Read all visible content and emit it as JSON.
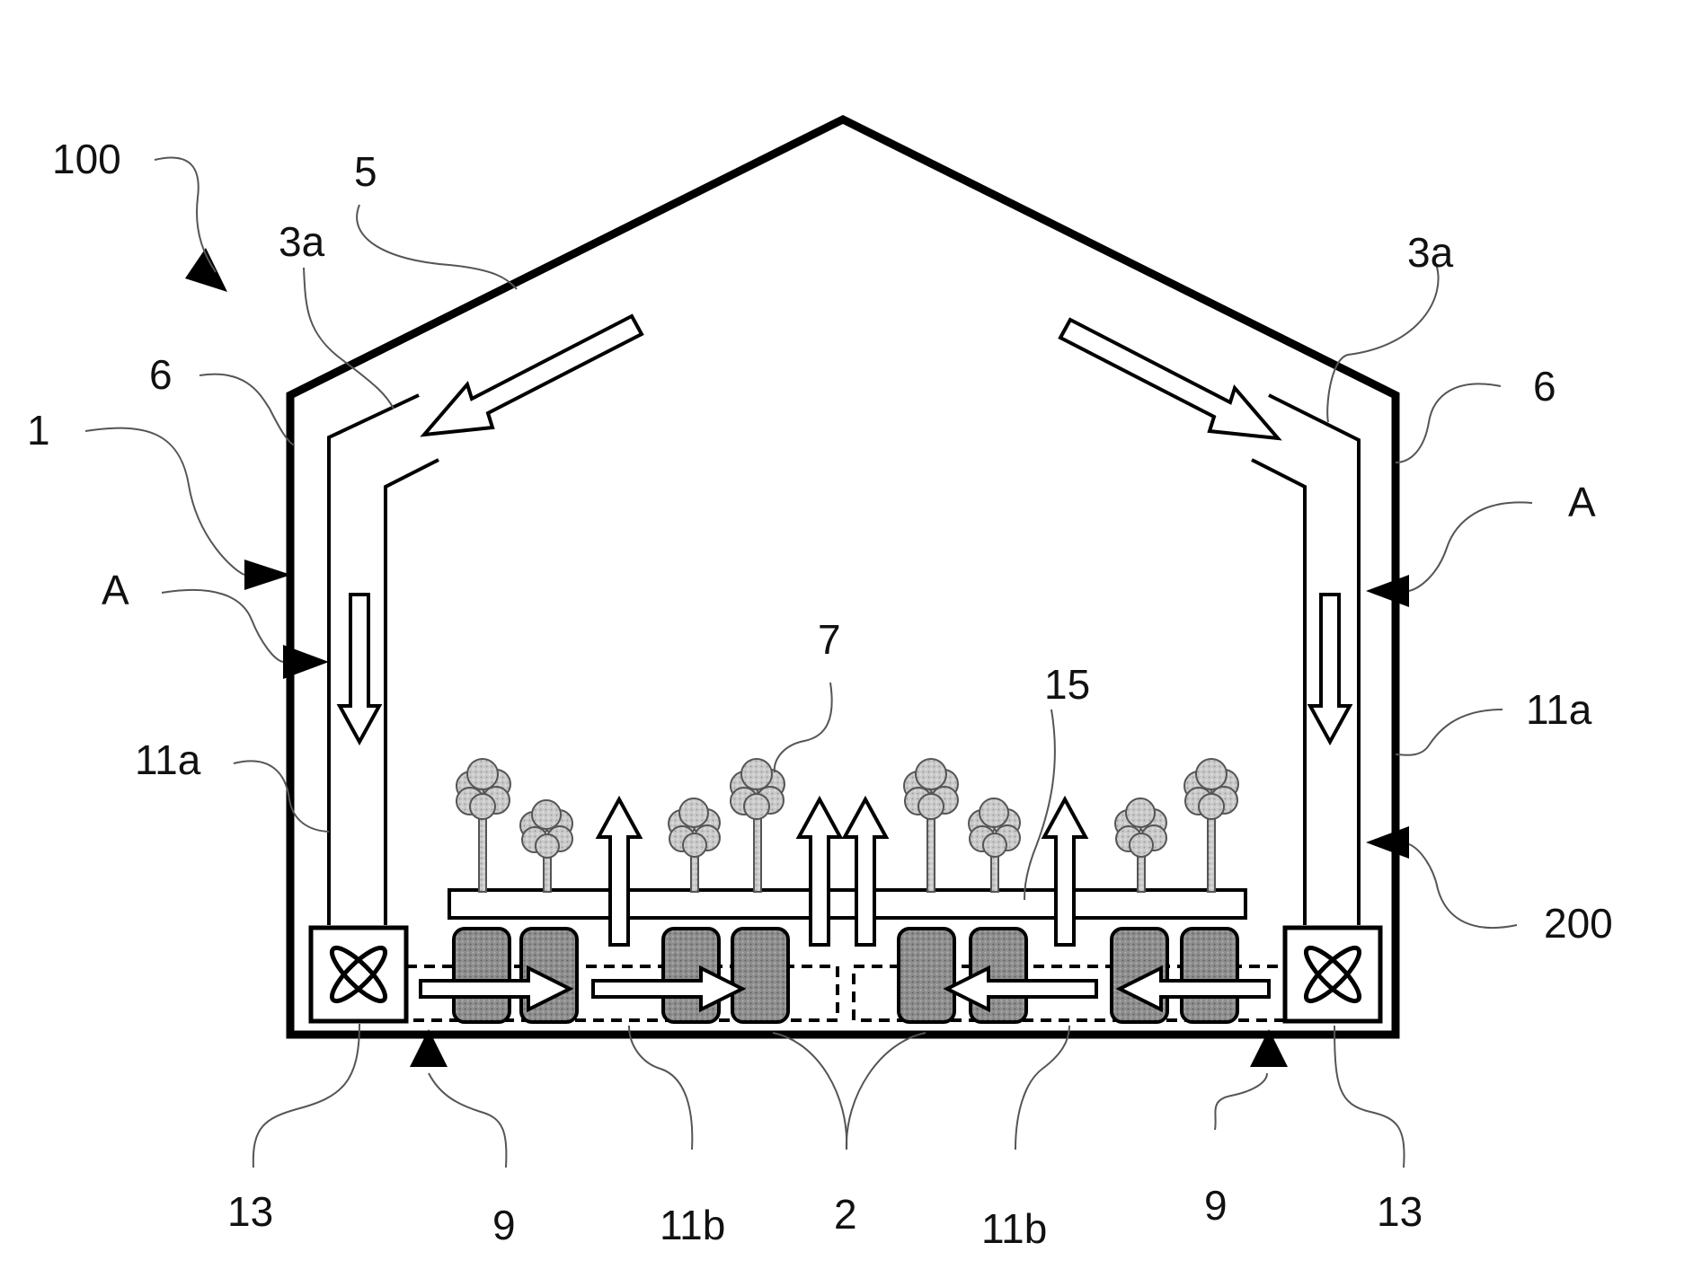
{
  "figure": {
    "reference_labels": {
      "assembly": "100",
      "housing": "1",
      "roof_opening": "5",
      "inner_wall_left": "3a",
      "inner_wall_right": "3a",
      "outer_wall_left": "6",
      "outer_wall_right": "6",
      "section_left": "A",
      "section_right": "A",
      "side_duct_left": "11a",
      "side_duct_right": "11a",
      "plants": "7",
      "grow_table": "15",
      "seal": "200",
      "fan_left": "13",
      "fan_right": "13",
      "inlet_left": "9",
      "inlet_right": "9",
      "floor_duct_left": "11b",
      "floor_duct_right": "11b",
      "heat_store": "2"
    }
  },
  "colors": {
    "stroke": "#000000",
    "block_fill": "#8c8c8c",
    "plant_fill": "#c4c4c4",
    "background": "#ffffff"
  }
}
